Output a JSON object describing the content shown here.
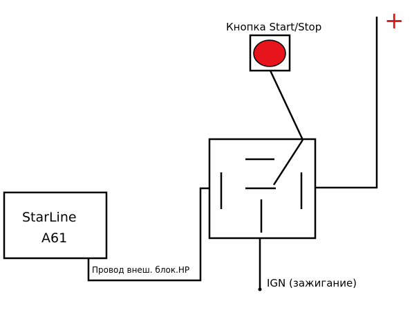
{
  "unit": {
    "line1": "StarLine",
    "line2": "A61"
  },
  "button": {
    "label": "Кнопка Start/Stop",
    "color": "#e8141c"
  },
  "wire_label": "Провод внеш. блок.HP",
  "ign_label": "IGN (зажигание)",
  "plus_label": "+",
  "colors": {
    "line": "#000000",
    "plus": "#d11a1a",
    "background": "#ffffff"
  }
}
